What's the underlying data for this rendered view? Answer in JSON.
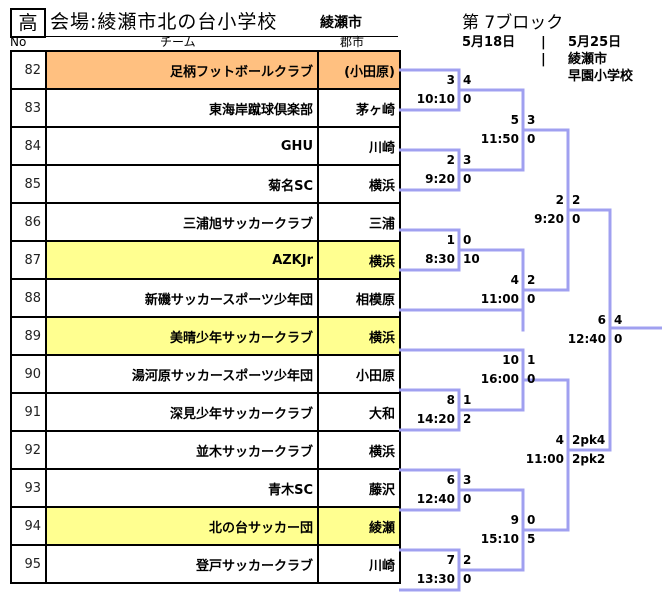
{
  "header": {
    "grade": "高",
    "venue": "会場:綾瀬市北の台小学校",
    "venue_city": "綾瀬市",
    "block": "第 7ブロック",
    "col_no": "No",
    "col_team": "チーム",
    "col_city": "郡市",
    "schedule": {
      "day1": "5月18日",
      "sep1": "|",
      "day2": "5月25日",
      "sep2": "|",
      "day2_city": "綾瀬市",
      "day2_venue": "早園小学校"
    }
  },
  "colors": {
    "orange": "#ffc080",
    "yellow": "#ffff90",
    "bracket": "#a0a0f0"
  },
  "teams": [
    {
      "no": "82",
      "name": "足柄フットボールクラブ",
      "city": "(小田原)",
      "highlight": "orange"
    },
    {
      "no": "83",
      "name": "東海岸蹴球倶楽部",
      "city": "茅ヶ崎",
      "highlight": ""
    },
    {
      "no": "84",
      "name": "GHU",
      "city": "川崎",
      "highlight": ""
    },
    {
      "no": "85",
      "name": "菊名SC",
      "city": "横浜",
      "highlight": ""
    },
    {
      "no": "86",
      "name": "三浦旭サッカークラブ",
      "city": "三浦",
      "highlight": ""
    },
    {
      "no": "87",
      "name": "AZKJr",
      "city": "横浜",
      "highlight": "yellow"
    },
    {
      "no": "88",
      "name": "新磯サッカースポーツ少年団",
      "city": "相模原",
      "highlight": ""
    },
    {
      "no": "89",
      "name": "美晴少年サッカークラブ",
      "city": "横浜",
      "highlight": "yellow"
    },
    {
      "no": "90",
      "name": "湯河原サッカースポーツ少年団",
      "city": "小田原",
      "highlight": ""
    },
    {
      "no": "91",
      "name": "深見少年サッカークラブ",
      "city": "大和",
      "highlight": ""
    },
    {
      "no": "92",
      "name": "並木サッカークラブ",
      "city": "横浜",
      "highlight": ""
    },
    {
      "no": "93",
      "name": "青木SC",
      "city": "藤沢",
      "highlight": ""
    },
    {
      "no": "94",
      "name": "北の台サッカー団",
      "city": "綾瀬",
      "highlight": "yellow"
    },
    {
      "no": "95",
      "name": "登戸サッカークラブ",
      "city": "川崎",
      "highlight": ""
    }
  ],
  "matches": [
    {
      "id": "m3",
      "match_no": "3",
      "time": "10:10",
      "score_top": "4",
      "score_bottom": "0"
    },
    {
      "id": "m2",
      "match_no": "2",
      "time": "9:20",
      "score_top": "3",
      "score_bottom": "0"
    },
    {
      "id": "m1",
      "match_no": "1",
      "time": "8:30",
      "score_top": "0",
      "score_bottom": "10"
    },
    {
      "id": "m8",
      "match_no": "8",
      "time": "14:20",
      "score_top": "1",
      "score_bottom": "2"
    },
    {
      "id": "m6",
      "match_no": "6",
      "time": "12:40",
      "score_top": "3",
      "score_bottom": "0"
    },
    {
      "id": "m7",
      "match_no": "7",
      "time": "13:30",
      "score_top": "2",
      "score_bottom": "0"
    },
    {
      "id": "m5",
      "match_no": "5",
      "time": "11:50",
      "score_top": "3",
      "score_bottom": "0"
    },
    {
      "id": "m4",
      "match_no": "4",
      "time": "11:00",
      "score_top": "2",
      "score_bottom": "0"
    },
    {
      "id": "m10",
      "match_no": "10",
      "time": "16:00",
      "score_top": "1",
      "score_bottom": "0"
    },
    {
      "id": "m9",
      "match_no": "9",
      "time": "15:10",
      "score_top": "0",
      "score_bottom": "5"
    },
    {
      "id": "r3a",
      "match_no": "2",
      "time": "9:20",
      "score_top": "2",
      "score_bottom": "0"
    },
    {
      "id": "r3b",
      "match_no": "4",
      "time": "11:00",
      "score_top": "2pk4",
      "score_bottom": "2pk2"
    },
    {
      "id": "final",
      "match_no": "6",
      "time": "12:40",
      "score_top": "4",
      "score_bottom": "0"
    }
  ]
}
